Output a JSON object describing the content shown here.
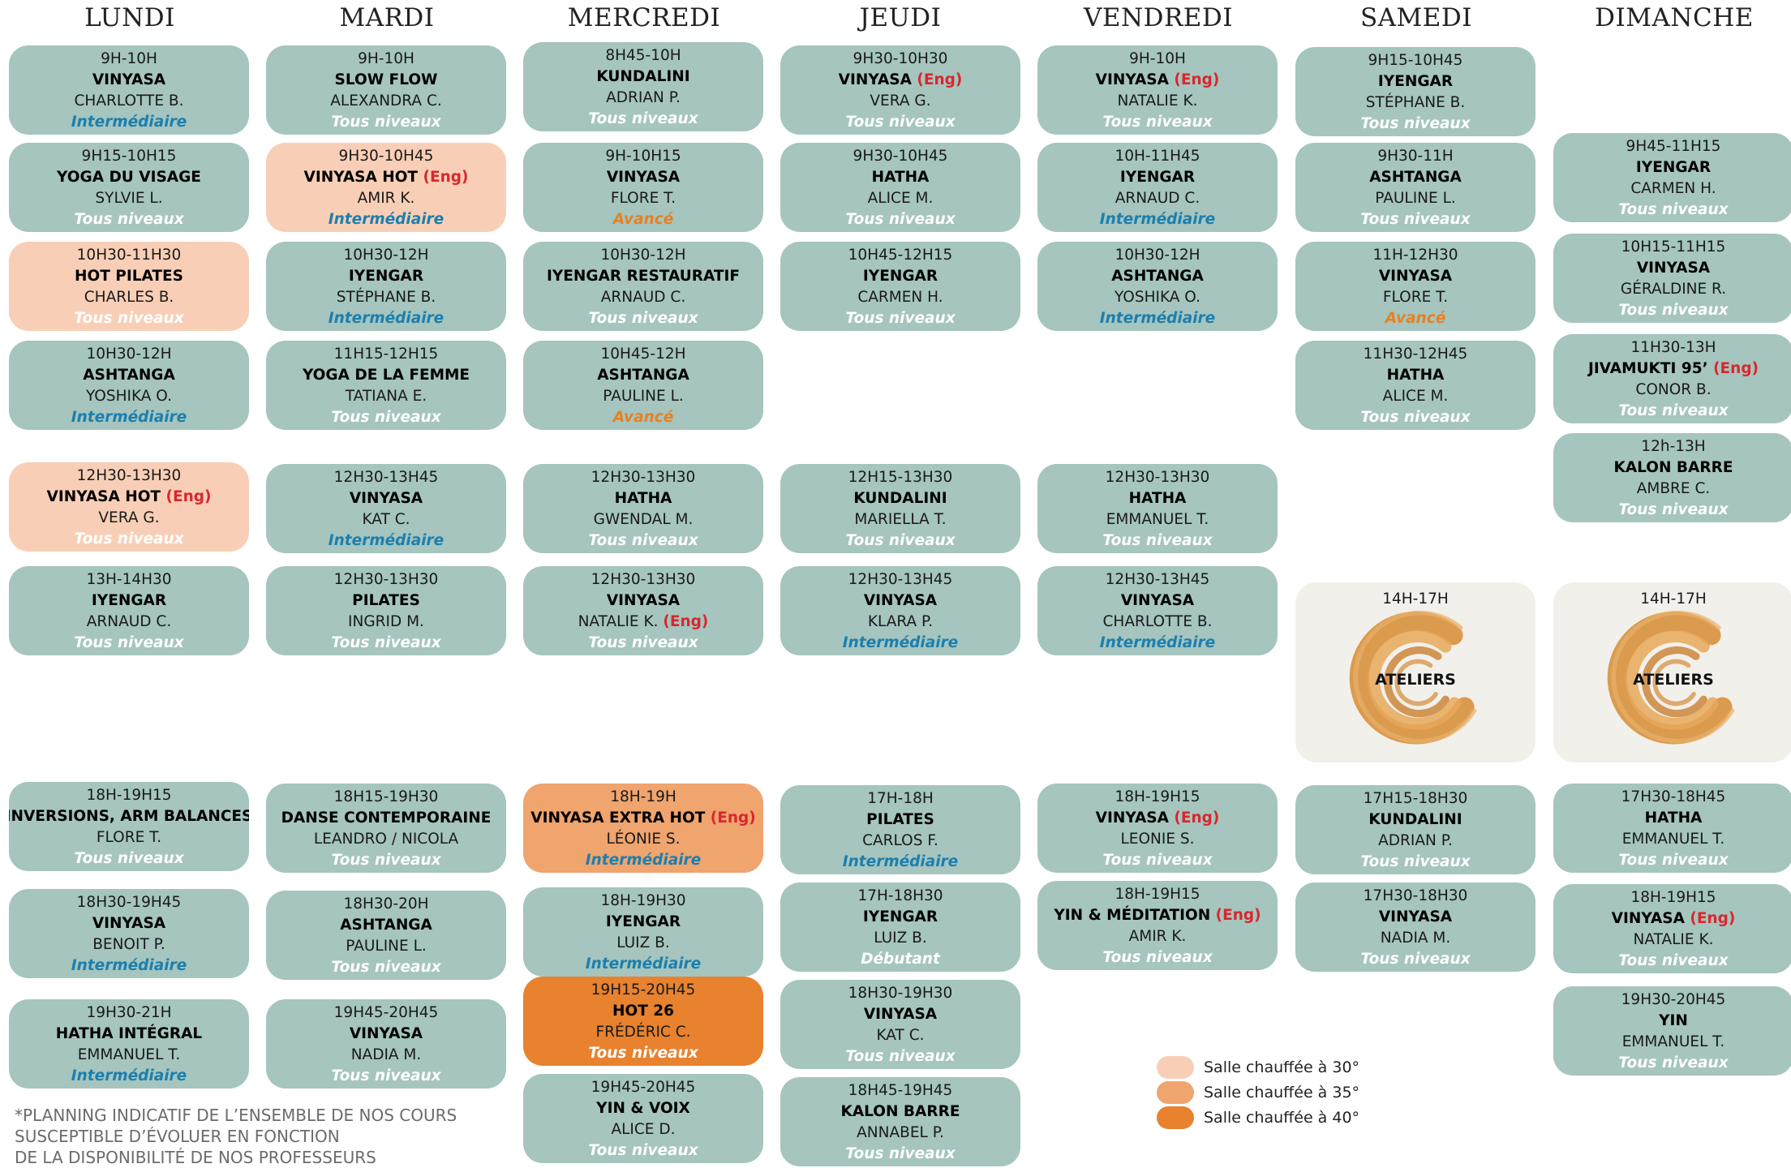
{
  "days": [
    "LUNDI",
    "MARDI",
    "MERCREDI",
    "JEUDI",
    "VENDREDI",
    "SAMEDI",
    "DIMANCHE"
  ],
  "colors": {
    "default": "#a5c5be",
    "heated_30": "#f8cfb6",
    "heated_35": "#f0a46e",
    "heated_40": "#e8822e",
    "eng": "#d9272e",
    "intermediate": "#1c7fae",
    "advanced": "#e68123"
  },
  "classes": [
    {
      "day": 0,
      "time": "9H-10H",
      "name": "VINYASA",
      "eng": "",
      "teacher": "CHARLOTTE B.",
      "level": "Intermédiaire",
      "heat": ""
    },
    {
      "day": 0,
      "time": "9H15-10H15",
      "name": "YOGA DU VISAGE",
      "eng": "",
      "teacher": "SYLVIE L.",
      "level": "Tous niveaux",
      "heat": ""
    },
    {
      "day": 0,
      "time": "10H30-11H30",
      "name": "HOT PILATES",
      "eng": "",
      "teacher": "CHARLES B.",
      "level": "Tous niveaux",
      "heat": "h30"
    },
    {
      "day": 0,
      "time": "10H30-12H",
      "name": "ASHTANGA",
      "eng": "",
      "teacher": "YOSHIKA O.",
      "level": "Intermédiaire",
      "heat": ""
    },
    {
      "day": 0,
      "time": "12H30-13H30",
      "name": "VINYASA HOT",
      "eng": "(Eng)",
      "teacher": "VERA G.",
      "level": "Tous niveaux",
      "heat": "h30"
    },
    {
      "day": 0,
      "time": "13H-14H30",
      "name": "IYENGAR",
      "eng": "",
      "teacher": "ARNAUD C.",
      "level": "Tous niveaux",
      "heat": ""
    },
    {
      "day": 0,
      "time": "18H-19H15",
      "name": "INVERSIONS, ARM BALANCES",
      "eng": "",
      "teacher": "FLORE T.",
      "level": "Tous niveaux",
      "heat": ""
    },
    {
      "day": 0,
      "time": "18H30-19H45",
      "name": "VINYASA",
      "eng": "",
      "teacher": "BENOIT P.",
      "level": "Intermédiaire",
      "heat": ""
    },
    {
      "day": 0,
      "time": "19H30-21H",
      "name": "HATHA INTÉGRAL",
      "eng": "",
      "teacher": "EMMANUEL T.",
      "level": "Intermédiaire",
      "heat": ""
    },
    {
      "day": 1,
      "time": "9H-10H",
      "name": "SLOW FLOW",
      "eng": "",
      "teacher": "ALEXANDRA C.",
      "level": "Tous niveaux",
      "heat": ""
    },
    {
      "day": 1,
      "time": "9H30-10H45",
      "name": "VINYASA HOT",
      "eng": "(Eng)",
      "teacher": "AMIR K.",
      "level": "Intermédiaire",
      "heat": "h30"
    },
    {
      "day": 1,
      "time": "10H30-12H",
      "name": "IYENGAR",
      "eng": "",
      "teacher": "STÉPHANE B.",
      "level": "Intermédiaire",
      "heat": ""
    },
    {
      "day": 1,
      "time": "11H15-12H15",
      "name": "YOGA DE LA FEMME",
      "eng": "",
      "teacher": "TATIANA E.",
      "level": "Tous niveaux",
      "heat": ""
    },
    {
      "day": 1,
      "time": "12H30-13H45",
      "name": "VINYASA",
      "eng": "",
      "teacher": "KAT C.",
      "level": "Intermédiaire",
      "heat": ""
    },
    {
      "day": 1,
      "time": "12H30-13H30",
      "name": "PILATES",
      "eng": "",
      "teacher": "INGRID M.",
      "level": "Tous niveaux",
      "heat": ""
    },
    {
      "day": 1,
      "time": "18H15-19H30",
      "name": "DANSE CONTEMPORAINE",
      "eng": "",
      "teacher": "LEANDRO / NICOLA",
      "level": "Tous niveaux",
      "heat": ""
    },
    {
      "day": 1,
      "time": "18H30-20H",
      "name": "ASHTANGA",
      "eng": "",
      "teacher": "PAULINE L.",
      "level": "Tous niveaux",
      "heat": ""
    },
    {
      "day": 1,
      "time": "19H45-20H45",
      "name": "VINYASA",
      "eng": "",
      "teacher": "NADIA M.",
      "level": "Tous niveaux",
      "heat": ""
    },
    {
      "day": 2,
      "time": "8H45-10H",
      "name": "KUNDALINI",
      "eng": "",
      "teacher": "ADRIAN P.",
      "level": "Tous niveaux",
      "heat": ""
    },
    {
      "day": 2,
      "time": "9H-10H15",
      "name": "VINYASA",
      "eng": "",
      "teacher": "FLORE T.",
      "level": "Avancé",
      "heat": ""
    },
    {
      "day": 2,
      "time": "10H30-12H",
      "name": "IYENGAR RESTAURATIF",
      "eng": "",
      "teacher": "ARNAUD C.",
      "level": "Tous niveaux",
      "heat": ""
    },
    {
      "day": 2,
      "time": "10H45-12H",
      "name": "ASHTANGA",
      "eng": "",
      "teacher": "PAULINE L.",
      "level": "Avancé",
      "heat": ""
    },
    {
      "day": 2,
      "time": "12H30-13H30",
      "name": "HATHA",
      "eng": "",
      "teacher": "GWENDAL M.",
      "level": "Tous niveaux",
      "heat": ""
    },
    {
      "day": 2,
      "time": "12H30-13H30",
      "name": "VINYASA",
      "eng": "",
      "teacher": "NATALIE K.",
      "teacher_eng": "(Eng)",
      "level": "Tous niveaux",
      "heat": ""
    },
    {
      "day": 2,
      "time": "18H-19H",
      "name": "VINYASA EXTRA HOT",
      "eng": "(Eng)",
      "teacher": "LÉONIE S.",
      "level": "Intermédiaire",
      "heat": "h35"
    },
    {
      "day": 2,
      "time": "18H-19H30",
      "name": "IYENGAR",
      "eng": "",
      "teacher": "LUIZ B.",
      "level": "Intermédiaire",
      "heat": ""
    },
    {
      "day": 2,
      "time": "19H15-20H45",
      "name": "HOT 26",
      "eng": "",
      "teacher": "FRÉDÉRIC C.",
      "level": "Tous niveaux",
      "heat": "h40"
    },
    {
      "day": 2,
      "time": "19H45-20H45",
      "name": "YIN & VOIX",
      "eng": "",
      "teacher": "ALICE D.",
      "level": "Tous niveaux",
      "heat": ""
    },
    {
      "day": 3,
      "time": "9H30-10H30",
      "name": "VINYASA",
      "eng": "(Eng)",
      "teacher": "VERA G.",
      "level": "Tous niveaux",
      "heat": ""
    },
    {
      "day": 3,
      "time": "9H30-10H45",
      "name": "HATHA",
      "eng": "",
      "teacher": "ALICE M.",
      "level": "Tous niveaux",
      "heat": ""
    },
    {
      "day": 3,
      "time": "10H45-12H15",
      "name": "IYENGAR",
      "eng": "",
      "teacher": "CARMEN H.",
      "level": "Tous niveaux",
      "heat": ""
    },
    {
      "day": 3,
      "time": "12H15-13H30",
      "name": "KUNDALINI",
      "eng": "",
      "teacher": "MARIELLA T.",
      "level": "Tous niveaux",
      "heat": ""
    },
    {
      "day": 3,
      "time": "12H30-13H45",
      "name": "VINYASA",
      "eng": "",
      "teacher": "KLARA P.",
      "level": "Intermédiaire",
      "heat": ""
    },
    {
      "day": 3,
      "time": "17H-18H",
      "name": "PILATES",
      "eng": "",
      "teacher": "CARLOS F.",
      "level": "Intermédiaire",
      "heat": ""
    },
    {
      "day": 3,
      "time": "17H-18H30",
      "name": "IYENGAR",
      "eng": "",
      "teacher": "LUIZ B.",
      "level": "Débutant",
      "heat": ""
    },
    {
      "day": 3,
      "time": "18H30-19H30",
      "name": "VINYASA",
      "eng": "",
      "teacher": "KAT C.",
      "level": "Tous niveaux",
      "heat": ""
    },
    {
      "day": 3,
      "time": "18H45-19H45",
      "name": "KALON BARRE",
      "eng": "",
      "teacher": "ANNABEL P.",
      "level": "Tous niveaux",
      "heat": ""
    },
    {
      "day": 4,
      "time": "9H-10H",
      "name": "VINYASA",
      "eng": "(Eng)",
      "teacher": "NATALIE K.",
      "level": "Tous niveaux",
      "heat": ""
    },
    {
      "day": 4,
      "time": "10H-11H45",
      "name": "IYENGAR",
      "eng": "",
      "teacher": "ARNAUD C.",
      "level": "Intermédiaire",
      "heat": ""
    },
    {
      "day": 4,
      "time": "10H30-12H",
      "name": "ASHTANGA",
      "eng": "",
      "teacher": "YOSHIKA O.",
      "level": "Intermédiaire",
      "heat": ""
    },
    {
      "day": 4,
      "time": "12H30-13H30",
      "name": "HATHA",
      "eng": "",
      "teacher": "EMMANUEL T.",
      "level": "Tous niveaux",
      "heat": ""
    },
    {
      "day": 4,
      "time": "12H30-13H45",
      "name": "VINYASA",
      "eng": "",
      "teacher": "CHARLOTTE B.",
      "level": "Intermédiaire",
      "heat": ""
    },
    {
      "day": 4,
      "time": "18H-19H15",
      "name": "VINYASA",
      "eng": "(Eng)",
      "teacher": "LEONIE S.",
      "level": "Tous niveaux",
      "heat": ""
    },
    {
      "day": 4,
      "time": "18H-19H15",
      "name": "YIN & MÉDITATION",
      "eng": "(Eng)",
      "teacher": "AMIR K.",
      "level": "Tous niveaux",
      "heat": ""
    },
    {
      "day": 5,
      "time": "9H15-10H45",
      "name": "IYENGAR",
      "eng": "",
      "teacher": "STÉPHANE B.",
      "level": "Tous niveaux",
      "heat": ""
    },
    {
      "day": 5,
      "time": "9H30-11H",
      "name": "ASHTANGA",
      "eng": "",
      "teacher": "PAULINE L.",
      "level": "Tous niveaux",
      "heat": ""
    },
    {
      "day": 5,
      "time": "11H-12H30",
      "name": "VINYASA",
      "eng": "",
      "teacher": "FLORE T.",
      "level": "Avancé",
      "heat": ""
    },
    {
      "day": 5,
      "time": "11H30-12H45",
      "name": "HATHA",
      "eng": "",
      "teacher": "ALICE M.",
      "level": "Tous niveaux",
      "heat": ""
    },
    {
      "day": 5,
      "time": "17H15-18H30",
      "name": "KUNDALINI",
      "eng": "",
      "teacher": "ADRIAN P.",
      "level": "Tous niveaux",
      "heat": ""
    },
    {
      "day": 5,
      "time": "17H30-18H30",
      "name": "VINYASA",
      "eng": "",
      "teacher": "NADIA M.",
      "level": "Tous niveaux",
      "heat": ""
    },
    {
      "day": 6,
      "time": "9H45-11H15",
      "name": "IYENGAR",
      "eng": "",
      "teacher": "CARMEN H.",
      "level": "Tous niveaux",
      "heat": ""
    },
    {
      "day": 6,
      "time": "10H15-11H15",
      "name": "VINYASA",
      "eng": "",
      "teacher": "GÉRALDINE R.",
      "level": "Tous niveaux",
      "heat": ""
    },
    {
      "day": 6,
      "time": "11H30-13H",
      "name": "JIVAMUKTI 95’",
      "eng": "(Eng)",
      "teacher": "CONOR B.",
      "level": "Tous niveaux",
      "heat": ""
    },
    {
      "day": 6,
      "time": "12h-13H",
      "name": "KALON BARRE",
      "eng": "",
      "teacher": "AMBRE C.",
      "level": "Tous niveaux",
      "heat": ""
    },
    {
      "day": 6,
      "time": "17H30-18H45",
      "name": "HATHA",
      "eng": "",
      "teacher": "EMMANUEL T.",
      "level": "Tous niveaux",
      "heat": ""
    },
    {
      "day": 6,
      "time": "18H-19H15",
      "name": "VINYASA",
      "eng": "(Eng)",
      "teacher": "NATALIE K.",
      "level": "Tous niveaux",
      "heat": ""
    },
    {
      "day": 6,
      "time": "19H30-20H45",
      "name": "YIN",
      "eng": "",
      "teacher": "EMMANUEL T.",
      "level": "Tous niveaux",
      "heat": ""
    }
  ],
  "ateliers": [
    {
      "day": 5,
      "time": "14H-17H",
      "label": "ATELIERS"
    },
    {
      "day": 6,
      "time": "14H-17H",
      "label": "ATELIERS"
    }
  ],
  "legend": [
    {
      "label": "Salle chauffée à 30°",
      "color": "#f8cfb6"
    },
    {
      "label": "Salle chauffée à 35°",
      "color": "#f0a46e"
    },
    {
      "label": "Salle chauffée à 40°",
      "color": "#e8822e"
    }
  ],
  "footnote": [
    "*PLANNING INDICATIF DE L’ENSEMBLE DE NOS COURS",
    "SUSCEPTIBLE D’ÉVOLUER EN FONCTION",
    "DE LA DISPONIBILITÉ DE NOS PROFESSEURS"
  ]
}
